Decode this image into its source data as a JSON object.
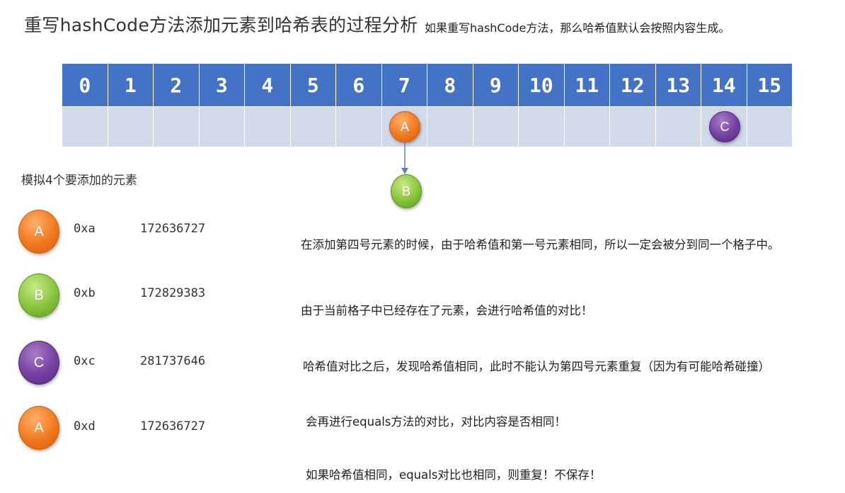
{
  "title": "重写hashCode方法添加元素到哈希表的过程分析",
  "subtitle": "如果重写hashCode方法，那么哈希值默认会按照内容生成。",
  "table": {
    "indices": [
      "0",
      "1",
      "2",
      "3",
      "4",
      "5",
      "6",
      "7",
      "8",
      "9",
      "10",
      "11",
      "12",
      "13",
      "14",
      "15"
    ],
    "slot_items": [
      {
        "slot": 7,
        "label": "A",
        "color": "orange"
      },
      {
        "slot": 14,
        "label": "C",
        "color": "purple"
      }
    ],
    "chained_item": {
      "label": "B",
      "color": "green",
      "below_slot": 7
    }
  },
  "elements_label": "模拟4个要添加的元素",
  "elements": [
    {
      "label": "A",
      "color": "orange",
      "address": "0xa",
      "hash": "172636727"
    },
    {
      "label": "B",
      "color": "green",
      "address": "0xb",
      "hash": "172829383"
    },
    {
      "label": "C",
      "color": "purple",
      "address": "0xc",
      "hash": "281737646"
    },
    {
      "label": "A",
      "color": "orange",
      "address": "0xd",
      "hash": "172636727"
    }
  ],
  "explanations": [
    "在添加第四号元素的时候，由于哈希值和第一号元素相同，所以一定会被分到同一个格子中。",
    "由于当前格子中已经存在了元素，会进行哈希值的对比！",
    "哈希值对比之后，发现哈希值相同，此时不能认为第四号元素重复（因为有可能哈希碰撞）",
    "会再进行equals方法的对比，对比内容是否相同！",
    "如果哈希值相同，equals对比也相同，则重复！不保存！"
  ],
  "colors": {
    "header_blue": "#4472c4",
    "cell_gray": "#d2d9e8",
    "orange": "#f0781e",
    "green": "#86c43c",
    "purple": "#7440a0",
    "arrow": "#5b7fb8"
  }
}
